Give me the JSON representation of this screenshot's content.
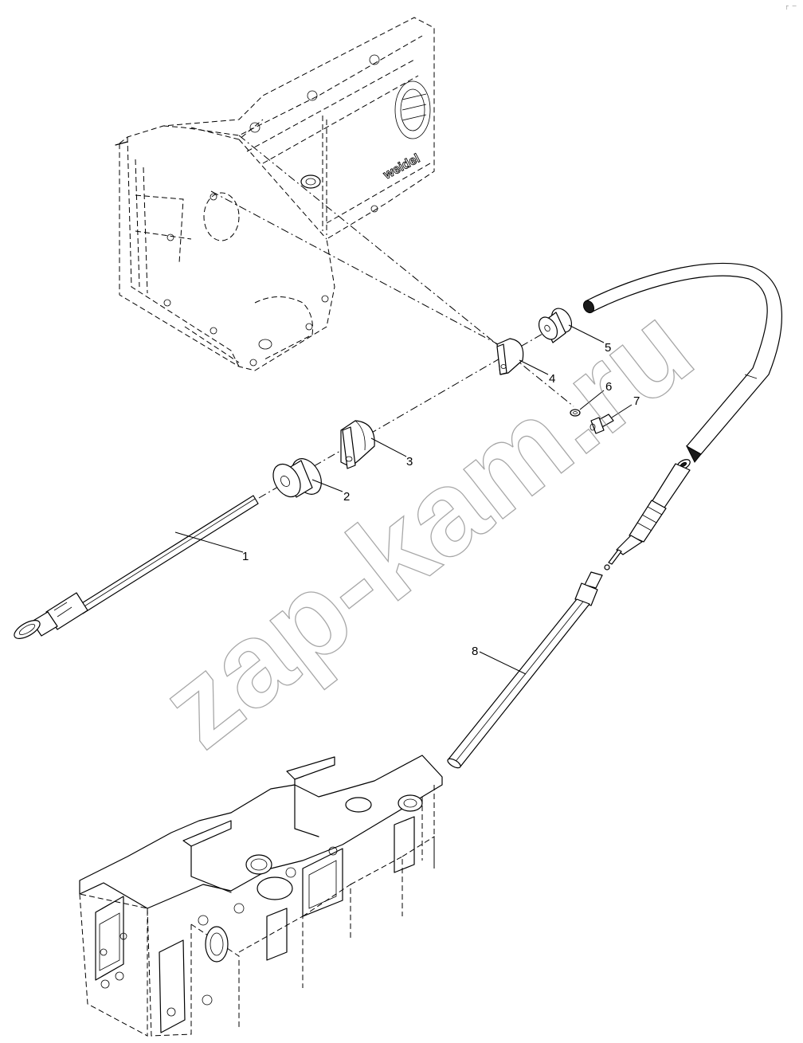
{
  "diagram": {
    "callouts": [
      {
        "id": "1",
        "label": "1"
      },
      {
        "id": "2",
        "label": "2"
      },
      {
        "id": "3",
        "label": "3"
      },
      {
        "id": "4",
        "label": "4"
      },
      {
        "id": "5",
        "label": "5"
      },
      {
        "id": "6",
        "label": "6"
      },
      {
        "id": "7",
        "label": "7"
      },
      {
        "id": "8",
        "label": "8"
      }
    ],
    "logo_text": "weidel",
    "watermark": "zap-kam.ru",
    "corner_mark": "┌ ─"
  }
}
